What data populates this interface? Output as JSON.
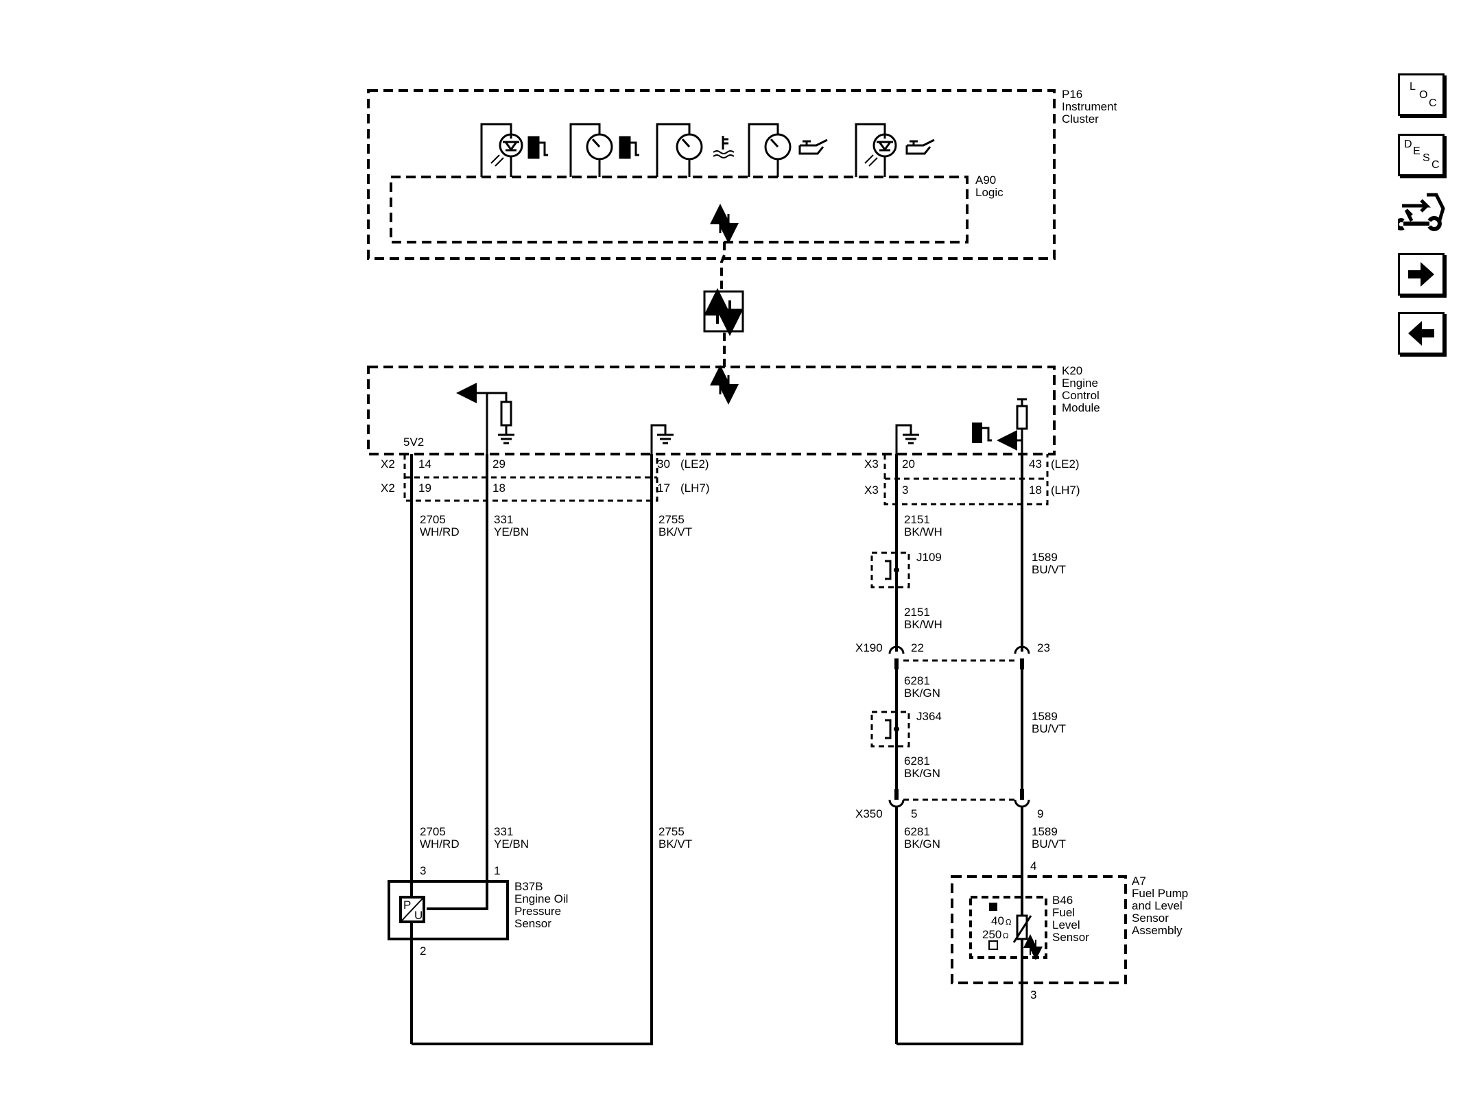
{
  "modules": {
    "p16": {
      "id": "P16",
      "line1": "Instrument",
      "line2": "Cluster"
    },
    "a90": {
      "id": "A90",
      "line1": "Logic"
    },
    "k20": {
      "id": "K20",
      "line1": "Engine",
      "line2": "Control",
      "line3": "Module"
    }
  },
  "ecm_pins": {
    "v5": "5V2",
    "x2": "X2",
    "x3": "X3",
    "le2": "(LE2)",
    "lh7": "(LH7)",
    "p14": "14",
    "p29": "29",
    "p30": "30",
    "p19": "19",
    "p18": "18",
    "p17": "17",
    "p20": "20",
    "p43": "43",
    "p3": "3",
    "p18b": "18"
  },
  "wires": {
    "w2705": "2705",
    "c2705": "WH/RD",
    "w331": "331",
    "c331": "YE/BN",
    "w2755": "2755",
    "c2755": "BK/VT",
    "w2151": "2151",
    "c2151": "BK/WH",
    "w1589": "1589",
    "c1589": "BU/VT",
    "w6281": "6281",
    "c6281": "BK/GN"
  },
  "splices": {
    "j109": "J109",
    "j364": "J364"
  },
  "connectors": {
    "x190": "X190",
    "x190_22": "22",
    "x190_23": "23",
    "x350": "X350",
    "x350_5": "5",
    "x350_9": "9"
  },
  "b37b": {
    "id": "B37B",
    "line1": "Engine Oil",
    "line2": "Pressure",
    "line3": "Sensor",
    "pin3": "3",
    "pin1": "1",
    "pin2": "2",
    "p": "P",
    "u": "U"
  },
  "a7": {
    "id": "A7",
    "line1": "Fuel Pump",
    "line2": "and Level",
    "line3": "Sensor",
    "line4": "Assembly",
    "pin4": "4",
    "pin3": "3"
  },
  "b46": {
    "id": "B46",
    "line1": "Fuel",
    "line2": "Level",
    "line3": "Sensor",
    "r40": "40",
    "r250": "250",
    "ohm": "Ω"
  },
  "nav": {
    "loc": {
      "l": "L",
      "o": "O",
      "c": "C"
    },
    "desc": {
      "d": "D",
      "e": "E",
      "s": "S",
      "c": "C"
    },
    "icons": [
      "diagnostic-icon",
      "arrow-right-icon",
      "arrow-left-icon"
    ]
  }
}
